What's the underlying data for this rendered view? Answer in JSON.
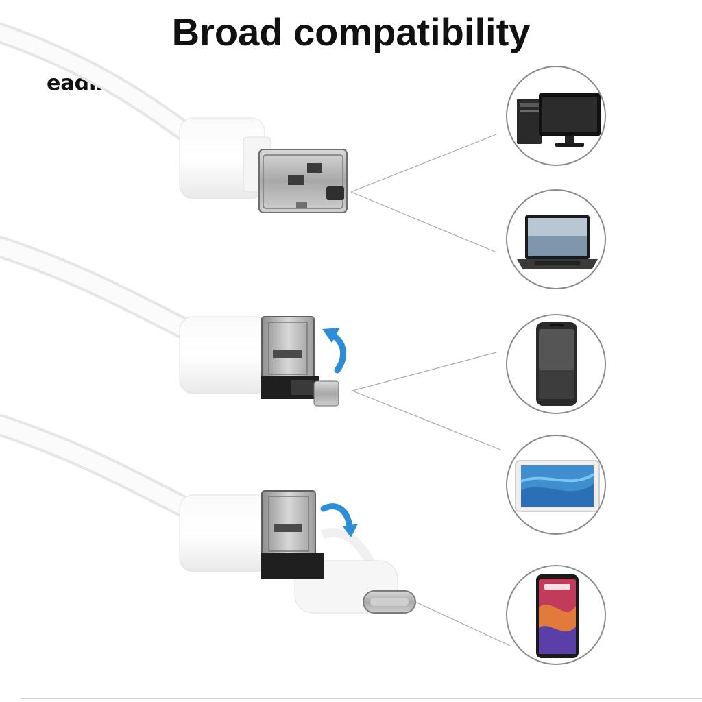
{
  "title": "Broad compatibility",
  "brand": "eadız",
  "devices": [
    {
      "name": "desktop-pc",
      "icon": "desktop-computer-icon"
    },
    {
      "name": "laptop",
      "icon": "laptop-icon"
    },
    {
      "name": "smartphone",
      "icon": "android-phone-icon"
    },
    {
      "name": "tablet",
      "icon": "tablet-icon"
    },
    {
      "name": "type-c-phone",
      "icon": "type-c-phone-icon"
    }
  ],
  "connectors": [
    {
      "name": "usb-a-with-micro-usb",
      "icon": "usb-a-connector-icon"
    },
    {
      "name": "micro-usb-otg",
      "icon": "micro-usb-connector-icon"
    },
    {
      "name": "usb-type-c",
      "icon": "usb-c-connector-icon"
    }
  ],
  "colors": {
    "title": "#111111",
    "arrow": "#2b8ed6",
    "cable": "#f4f4f4",
    "metal": "#b8b8b8",
    "line": "#9a9a9a"
  }
}
